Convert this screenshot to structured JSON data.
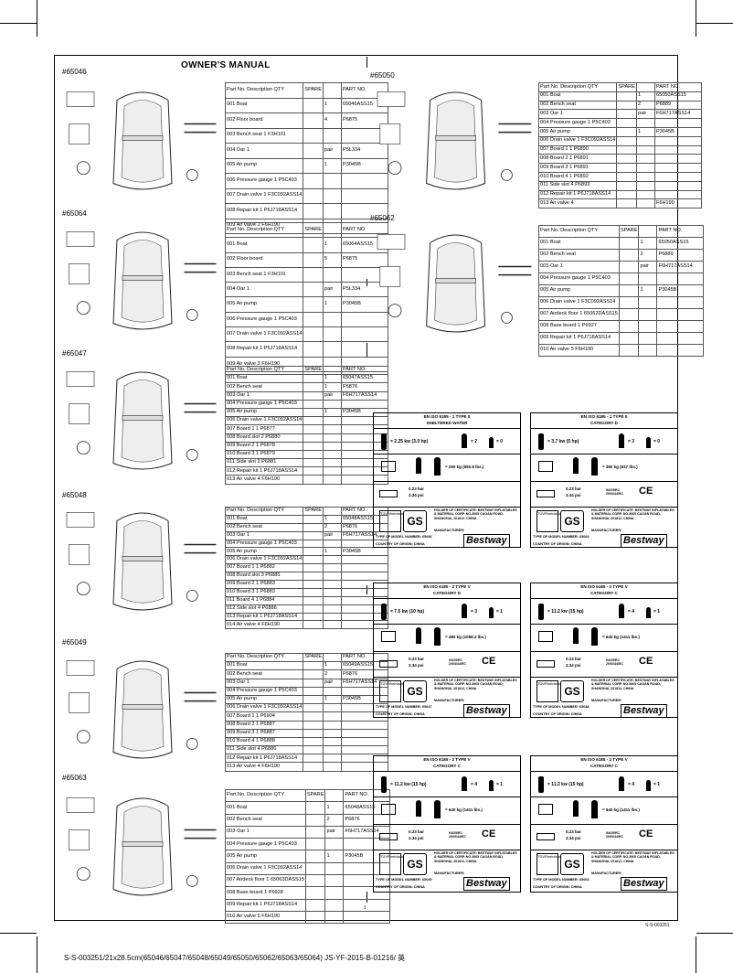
{
  "manual_title": "OWNER'S MANUAL",
  "page_number": "1",
  "sheet_code": "S-S-003251",
  "footer_text": "S-S-003251/21x28.5cm(65046/65047/65048/65049/65050/65062/65063/65064)  JS-YF-2015-B-01216/ 英",
  "table_header": [
    "Part No.",
    "Description",
    "QTY",
    "SPARE",
    "PART NO."
  ],
  "models": [
    {
      "id": "#65046",
      "parts": [
        [
          "001 Boat",
          "1",
          "65046ASS15"
        ],
        [
          "002 Floor board",
          "4",
          "P6875"
        ],
        [
          "003 Bench seat 1 F3H101",
          "",
          ""
        ],
        [
          "004 Oar 1",
          "pair",
          "P5L334"
        ],
        [
          "005 Air pump",
          "1",
          "P3045B"
        ],
        [
          "006 Pressure gauge 1 P5C403",
          "",
          ""
        ],
        [
          "007 Drain valve 1 F3C092ASS14",
          "",
          ""
        ],
        [
          "008 Repair kit 1 P6J718ASS14",
          "",
          ""
        ],
        [
          "009 Air valve 2 F6H190",
          "",
          ""
        ]
      ]
    },
    {
      "id": "#65050",
      "parts": [
        [
          "001 Boat",
          "1",
          "65050ASS15"
        ],
        [
          "002 Bench seat",
          "2",
          "P6889"
        ],
        [
          "003 Oar 1",
          "pair",
          "F6H717ASS14"
        ],
        [
          "004 Pressure gauge 1 P5C403",
          "",
          ""
        ],
        [
          "005 Air pump",
          "1",
          "P3045B"
        ],
        [
          "006 Drain valve 1 F3C092ASS14",
          "",
          ""
        ],
        [
          "007 Board 1 1 P6890",
          "",
          ""
        ],
        [
          "008 Board 2 1 P6891",
          "",
          ""
        ],
        [
          "009 Board 3 1 P6891",
          "",
          ""
        ],
        [
          "010 Board 4 1 P6892",
          "",
          ""
        ],
        [
          "011 Side slot 4 P6893",
          "",
          ""
        ],
        [
          "012 Repair kit 1 P6J718ASS14",
          "",
          ""
        ],
        [
          "013 Air valve 4",
          "",
          "F6H190"
        ]
      ]
    },
    {
      "id": "#65064",
      "parts": [
        [
          "001 Boat",
          "1",
          "65064ASS15"
        ],
        [
          "002 Floor board",
          "5",
          "P6875"
        ],
        [
          "003 Bench seat 1 F3H101",
          "",
          ""
        ],
        [
          "004 Oar 1",
          "pair",
          "P5L334"
        ],
        [
          "005 Air pump",
          "1",
          "P3045B"
        ],
        [
          "006 Pressure gauge 1 P5C403",
          "",
          ""
        ],
        [
          "007 Drain valve 1 F3C092ASS14",
          "",
          ""
        ],
        [
          "008 Repair kit 1 P6J718ASS14",
          "",
          ""
        ],
        [
          "009 Air valve 3 F6H190",
          "",
          ""
        ]
      ]
    },
    {
      "id": "#65062",
      "parts": [
        [
          "001 Boat",
          "1",
          "65050ASS15"
        ],
        [
          "002 Bench seat",
          "2",
          "P6889"
        ],
        [
          "003 Oar 1",
          "pair",
          "F6H717ASS14"
        ],
        [
          "004 Pressure gauge 1 P5C403",
          "",
          ""
        ],
        [
          "005 Air pump",
          "1",
          "P3045B"
        ],
        [
          "006 Drain valve 1 F3C092ASS14",
          "",
          ""
        ],
        [
          "007 Airdeck floor 1 65062DASS15",
          "",
          ""
        ],
        [
          "008 Base board 1 P6927",
          "",
          ""
        ],
        [
          "009 Repair kit 1 P6J718ASS14",
          "",
          ""
        ],
        [
          "010 Air valve 5 F6H190",
          "",
          ""
        ]
      ]
    },
    {
      "id": "#65047",
      "parts": [
        [
          "001 Boat",
          "1",
          "65047ASS15"
        ],
        [
          "002 Bench seat",
          "1",
          "P6876"
        ],
        [
          "003 Oar 1",
          "pair",
          "F6H717ASS14"
        ],
        [
          "004 Pressure gauge 1 P5C403",
          "",
          ""
        ],
        [
          "005 Air pump",
          "1",
          "P3045B"
        ],
        [
          "006 Drain valve 1 F3C092ASS14",
          "",
          ""
        ],
        [
          "007 Board 1 1 P6877",
          "",
          ""
        ],
        [
          "008 Board slot 2 P6880",
          "",
          ""
        ],
        [
          "009 Board 2 1 P6878",
          "",
          ""
        ],
        [
          "010 Board 3 1 P6879",
          "",
          ""
        ],
        [
          "011 Side slot 2 P6881",
          "",
          ""
        ],
        [
          "012 Repair kit 1 P6J718ASS14",
          "",
          ""
        ],
        [
          "013 Air valve 4 F6H190",
          "",
          ""
        ]
      ]
    },
    {
      "id": "#65048",
      "parts": [
        [
          "001 Boat",
          "1",
          "65048ASS15"
        ],
        [
          "002 Bench seat",
          "2",
          "P6876"
        ],
        [
          "003 Oar 1",
          "pair",
          "F6H717ASS14"
        ],
        [
          "004 Pressure gauge 1 P5C403",
          "",
          ""
        ],
        [
          "005 Air pump",
          "1",
          "P3045B"
        ],
        [
          "006 Drain valve 1 F3C092ASS14",
          "",
          ""
        ],
        [
          "007 Board 1 1 P6882",
          "",
          ""
        ],
        [
          "008 Board slot 3 P6885",
          "",
          ""
        ],
        [
          "009 Board 2 1 P6883",
          "",
          ""
        ],
        [
          "010 Board 3 1 P6883",
          "",
          ""
        ],
        [
          "011 Board 4 1 P6884",
          "",
          ""
        ],
        [
          "012 Side slot 4 P6886",
          "",
          ""
        ],
        [
          "013 Repair kit 1 P6J718ASS14",
          "",
          ""
        ],
        [
          "014 Air valve 4 F6H190",
          "",
          ""
        ]
      ]
    },
    {
      "id": "#65049",
      "parts": [
        [
          "001 Boat",
          "1",
          "65049ASS15"
        ],
        [
          "002 Bench seat",
          "2",
          "P6876"
        ],
        [
          "003 Oar 1",
          "pair",
          "F6H717ASS14"
        ],
        [
          "004 Pressure gauge 1 P5C403",
          "",
          ""
        ],
        [
          "005 Air pump",
          "1",
          "P3045B"
        ],
        [
          "006 Drain valve 1 F3C092ASS14",
          "",
          ""
        ],
        [
          "007 Board 1 1 P6904",
          "",
          ""
        ],
        [
          "008 Board 2 1 P6887",
          "",
          ""
        ],
        [
          "009 Board 3 1 P6887",
          "",
          ""
        ],
        [
          "010 Board 4 1 P6888",
          "",
          ""
        ],
        [
          "011 Side slot 4 P6886",
          "",
          ""
        ],
        [
          "012 Repair kit 1 P6J718ASS14",
          "",
          ""
        ],
        [
          "013 Air valve 4 F6H190",
          "",
          ""
        ]
      ]
    },
    {
      "id": "#65063",
      "parts": [
        [
          "001 Boat",
          "1",
          "65048ASS15"
        ],
        [
          "002 Bench seat",
          "2",
          "P6876"
        ],
        [
          "003 Oar 1",
          "pair",
          "F6H717ASS14"
        ],
        [
          "004 Pressure gauge 1 P5C403",
          "",
          ""
        ],
        [
          "005 Air pump",
          "1",
          "P3045B"
        ],
        [
          "006 Drain valve 1 F3C092ASS14",
          "",
          ""
        ],
        [
          "007 Airdeck floor 1 65063DASS15",
          "",
          ""
        ],
        [
          "008 Base board 1 P6928",
          "",
          ""
        ],
        [
          "009 Repair kit 1 P6J718ASS14",
          "",
          ""
        ],
        [
          "010 Air valve 5 F6H190",
          "",
          ""
        ]
      ]
    }
  ],
  "labels": [
    {
      "iso": "EN ISO 6185 - 1    TYPE II",
      "category": "SHELTERED WATER",
      "power": "= 2.25  kw (3.0 hp)",
      "persons": "= 2",
      "children": "= 0",
      "load": "= 250  kg  (550.8 lbs.)",
      "pressure1": "0.23  bar",
      "pressure2": "3.34  psi",
      "directives": "",
      "holder": "HOLDER OF CERTIFICATE: BESTWAY INFLATABLES & MATERIAL CORP. NO.3065 CAOAN ROAD, SHANGHAI, 201812, CHINA",
      "manufacturer": "MANUFACTURER:",
      "model_label": "TYPE OF MODEL NUMBER:  65046",
      "country": "COUNTRY OF ORIGIN:        CHINA"
    },
    {
      "iso": "EN ISO 6185 - 1    TYPE II",
      "category": "CATEGORY  D",
      "power": "= 3.7  kw (5 hp)",
      "persons": "= 3",
      "children": "= 0",
      "load": "= 380  kg  (837 lbs.)",
      "pressure1": "0.23  bar",
      "pressure2": "3.34  psi",
      "directives": "94/25/EC 2003/44/EC",
      "holder": "HOLDER OF CERTIFICATE: BESTWAY INFLATABLES & MATERIAL CORP. NO.3065 CAOAN ROAD, SHANGHAI, 201812, CHINA",
      "manufacturer": "MANUFACTURER:",
      "model_label": "TYPE OF MODEL NUMBER:  65064",
      "country": "COUNTRY OF ORIGIN:        CHINA"
    },
    {
      "iso": "EN ISO 6185 - 2    TYPE V",
      "category": "CATEGORY  D",
      "power": "= 7.5  kw (10 hp)",
      "persons": "= 3",
      "children": "= 1",
      "load": "= 480  kg  (1058.2 lbs.)",
      "pressure1": "0.23  bar",
      "pressure2": "3.34  psi",
      "directives": "94/25/EC 2003/44/EC",
      "holder": "HOLDER OF CERTIFICATE: BESTWAY INFLATABLES & MATERIAL CORP. NO.3065 CAOAN ROAD, SHANGHAI, 201812, CHINA",
      "manufacturer": "MANUFACTURER:",
      "model_label": "TYPE OF MODEL NUMBER:  65047",
      "country": "COUNTRY OF ORIGIN:        CHINA"
    },
    {
      "iso": "EN ISO 6185 - 2    TYPE V",
      "category": "CATEGORY  C",
      "power": "= 11.2  kw (15 hp)",
      "persons": "= 4",
      "children": "= 1",
      "load": "= 640  kg  (1411 lbs.)",
      "pressure1": "0.23  bar",
      "pressure2": "3.34  psi",
      "directives": "94/25/EC 2003/44/EC",
      "holder": "HOLDER OF CERTIFICATE: BESTWAY INFLATABLES & MATERIAL CORP. NO.3065 CAOAN ROAD, SHANGHAI, 201812, CHINA",
      "manufacturer": "MANUFACTURER:",
      "model_label": "TYPE OF MODEL NUMBER:  65048",
      "country": "COUNTRY OF ORIGIN:        CHINA"
    },
    {
      "iso": "EN ISO 6185 - 2    TYPE V",
      "category": "CATEGORY  C",
      "power": "= 11.2  kw (15 hp)",
      "persons": "= 4",
      "children": "= 1",
      "load": "= 640  kg  (1411 lbs.)",
      "pressure1": "0.23  bar",
      "pressure2": "3.34  psi",
      "directives": "94/25/EC 2003/44/EC",
      "holder": "HOLDER OF CERTIFICATE: BESTWAY INFLATABLES & MATERIAL CORP. NO.3065 CAOAN ROAD, SHANGHAI, 201812, CHINA",
      "manufacturer": "MANUFACTURER:",
      "model_label": "TYPE OF MODEL NUMBER:  65049",
      "country": "COUNTRY OF ORIGIN:        CHINA"
    },
    {
      "iso": "EN ISO 6185 - 2    TYPE V",
      "category": "CATEGORY  C",
      "power": "= 11.2  kw (15 hp)",
      "persons": "= 4",
      "children": "= 1",
      "load": "= 640  kg  (1411 lbs.)",
      "pressure1": "0.23  bar",
      "pressure2": "3.34  psi",
      "directives": "94/25/EC 2003/44/EC",
      "holder": "HOLDER OF CERTIFICATE: BESTWAY INFLATABLES & MATERIAL CORP. NO.3065 CAOAN ROAD, SHANGHAI, 201812, CHINA",
      "manufacturer": "MANUFACTURER:",
      "model_label": "TYPE OF MODEL NUMBER:  65063",
      "country": "COUNTRY OF ORIGIN:        CHINA"
    }
  ],
  "brand": "Bestway",
  "gs_mark": "GS",
  "ce_mark": "CE",
  "tuv_text": "TÜVRheinland"
}
